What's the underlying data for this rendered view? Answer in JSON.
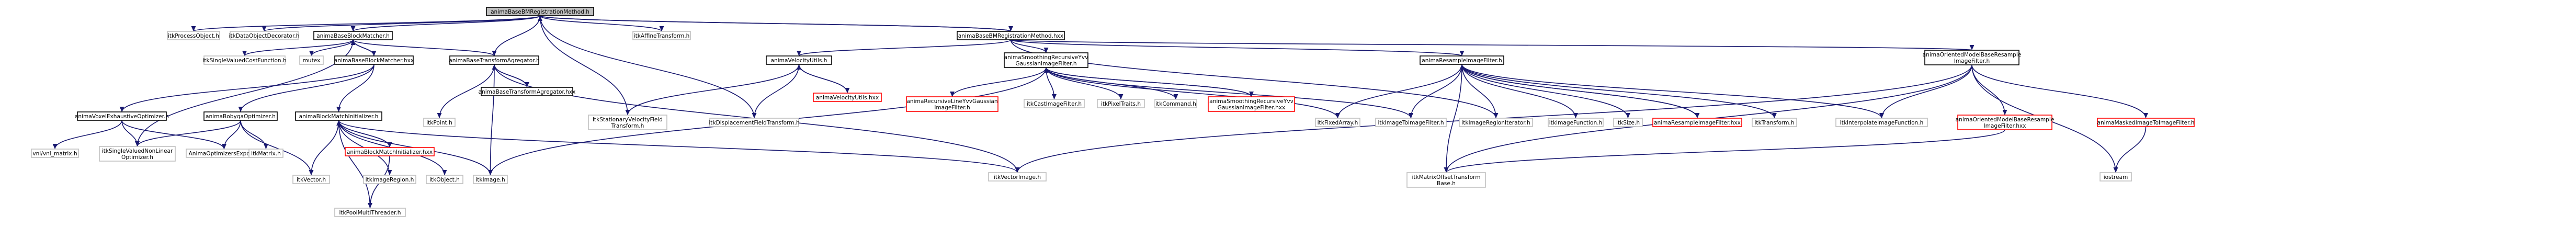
{
  "colors": {
    "edge": "#191970",
    "border_default": "#bfbfbf",
    "border_documented": "#000000",
    "border_undocumented": "#ff0000",
    "fill_root": "#bfbfbf",
    "fill_default": "#ffffff",
    "text": "#000000"
  },
  "nodes": [
    {
      "id": "root",
      "lines": [
        "animaBaseBMRegistrationMethod.h"
      ],
      "style": "root"
    },
    {
      "id": "itkProcessObject",
      "lines": [
        "itkProcessObject.h"
      ],
      "style": "plain"
    },
    {
      "id": "itkDataObjectDecorator",
      "lines": [
        "itkDataObjectDecorator.h"
      ],
      "style": "plain"
    },
    {
      "id": "animaBaseBlockMatcher_h",
      "lines": [
        "animaBaseBlockMatcher.h"
      ],
      "style": "documented"
    },
    {
      "id": "itkAffineTransform",
      "lines": [
        "itkAffineTransform.h"
      ],
      "style": "plain"
    },
    {
      "id": "animaBaseBMRegistrationMethod_hxx",
      "lines": [
        "animaBaseBMRegistrationMethod.hxx"
      ],
      "style": "documented"
    },
    {
      "id": "itkSingleValuedCostFunction",
      "lines": [
        "itkSingleValuedCostFunction.h"
      ],
      "style": "plain"
    },
    {
      "id": "mutex",
      "lines": [
        "mutex"
      ],
      "style": "plain"
    },
    {
      "id": "animaBaseBlockMatcher_hxx",
      "lines": [
        "animaBaseBlockMatcher.hxx"
      ],
      "style": "documented"
    },
    {
      "id": "animaBaseTransformAgregator_h",
      "lines": [
        "animaBaseTransformAgregator.h"
      ],
      "style": "documented"
    },
    {
      "id": "animaBaseTransformAgregator_hxx",
      "lines": [
        "animaBaseTransformAgregator.hxx"
      ],
      "style": "documented"
    },
    {
      "id": "animaVoxelExhaustiveOptimizer",
      "lines": [
        "animaVoxelExhaustiveOptimizer.h"
      ],
      "style": "documented"
    },
    {
      "id": "animaBobyqaOptimizer",
      "lines": [
        "animaBobyqaOptimizer.h"
      ],
      "style": "documented"
    },
    {
      "id": "animaBlockMatchInitializer_h",
      "lines": [
        "animaBlockMatchInitializer.h"
      ],
      "style": "documented"
    },
    {
      "id": "animaBlockMatchInitializer_hxx",
      "lines": [
        "animaBlockMatchInitializer.hxx"
      ],
      "style": "undocumented"
    },
    {
      "id": "vnl_vnl_matrix",
      "lines": [
        "vnl/vnl_matrix.h"
      ],
      "style": "plain"
    },
    {
      "id": "itkSingleValuedNonLinearOptimizer",
      "lines": [
        "itkSingleValuedNonLinear",
        "Optimizer.h"
      ],
      "style": "plain"
    },
    {
      "id": "AnimaOptimizersExport",
      "lines": [
        "AnimaOptimizersExport.h"
      ],
      "style": "plain"
    },
    {
      "id": "itkMatrix",
      "lines": [
        "itkMatrix.h"
      ],
      "style": "plain"
    },
    {
      "id": "itkVector",
      "lines": [
        "itkVector.h"
      ],
      "style": "plain"
    },
    {
      "id": "itkPoolMultiThreader",
      "lines": [
        "itkPoolMultiThreader.h"
      ],
      "style": "plain"
    },
    {
      "id": "itkImageRegion",
      "lines": [
        "itkImageRegion.h"
      ],
      "style": "plain"
    },
    {
      "id": "itkObject",
      "lines": [
        "itkObject.h"
      ],
      "style": "plain"
    },
    {
      "id": "itkImage",
      "lines": [
        "itkImage.h"
      ],
      "style": "plain"
    },
    {
      "id": "itkPoint",
      "lines": [
        "itkPoint.h"
      ],
      "style": "plain"
    },
    {
      "id": "itkStationaryVelocityFieldTransform",
      "lines": [
        "itkStationaryVelocityField",
        "Transform.h"
      ],
      "style": "plain"
    },
    {
      "id": "animaVelocityUtils_h",
      "lines": [
        "animaVelocityUtils.h"
      ],
      "style": "documented"
    },
    {
      "id": "animaVelocityUtils_hxx",
      "lines": [
        "animaVelocityUtils.hxx"
      ],
      "style": "undocumented"
    },
    {
      "id": "itkDisplacementFieldTransform",
      "lines": [
        "itkDisplacementFieldTransform.h"
      ],
      "style": "plain"
    },
    {
      "id": "animaSmoothingRecursiveYvv_h",
      "lines": [
        "animaSmoothingRecursiveYvv",
        "GaussianImageFilter.h"
      ],
      "style": "documented"
    },
    {
      "id": "animaRecursiveLineYvvGaussian",
      "lines": [
        "animaRecursiveLineYvvGaussian",
        "ImageFilter.h"
      ],
      "style": "undocumented"
    },
    {
      "id": "itkCastImageFilter",
      "lines": [
        "itkCastImageFilter.h"
      ],
      "style": "plain"
    },
    {
      "id": "itkPixelTraits",
      "lines": [
        "itkPixelTraits.h"
      ],
      "style": "plain"
    },
    {
      "id": "itkCommand",
      "lines": [
        "itkCommand.h"
      ],
      "style": "plain"
    },
    {
      "id": "animaSmoothingRecursiveYvv_hxx",
      "lines": [
        "animaSmoothingRecursiveYvv",
        "GaussianImageFilter.hxx"
      ],
      "style": "undocumented"
    },
    {
      "id": "itkFixedArray",
      "lines": [
        "itkFixedArray.h"
      ],
      "style": "plain"
    },
    {
      "id": "itkImageToImageFilter",
      "lines": [
        "itkImageToImageFilter.h"
      ],
      "style": "plain"
    },
    {
      "id": "animaResampleImageFilter_h",
      "lines": [
        "animaResampleImageFilter.h"
      ],
      "style": "documented"
    },
    {
      "id": "itkImageRegionIterator",
      "lines": [
        "itkImageRegionIterator.h"
      ],
      "style": "plain"
    },
    {
      "id": "itkImageFunction",
      "lines": [
        "itkImageFunction.h"
      ],
      "style": "plain"
    },
    {
      "id": "itkSize",
      "lines": [
        "itkSize.h"
      ],
      "style": "plain"
    },
    {
      "id": "animaResampleImageFilter_hxx",
      "lines": [
        "animaResampleImageFilter.hxx"
      ],
      "style": "undocumented"
    },
    {
      "id": "itkTransform",
      "lines": [
        "itkTransform.h"
      ],
      "style": "plain"
    },
    {
      "id": "itkVectorImage",
      "lines": [
        "itkVectorImage.h"
      ],
      "style": "plain"
    },
    {
      "id": "itkMatrixOffsetTransformBase",
      "lines": [
        "itkMatrixOffsetTransform",
        "Base.h"
      ],
      "style": "plain"
    },
    {
      "id": "itkInterpolateImageFunction",
      "lines": [
        "itkInterpolateImageFunction.h"
      ],
      "style": "plain"
    },
    {
      "id": "animaOrientedModelBaseResample_h",
      "lines": [
        "animaOrientedModelBaseResample",
        "ImageFilter.h"
      ],
      "style": "documented"
    },
    {
      "id": "animaOrientedModelBaseResample_hxx",
      "lines": [
        "animaOrientedModelBaseResample",
        "ImageFilter.hxx"
      ],
      "style": "undocumented"
    },
    {
      "id": "animaMaskedImageToImageFilter",
      "lines": [
        "animaMaskedImageToImageFilter.h"
      ],
      "style": "undocumented"
    },
    {
      "id": "iostream",
      "lines": [
        "iostream"
      ],
      "style": "plain"
    }
  ],
  "edges": [
    {
      "from": "root",
      "to": "itkProcessObject"
    },
    {
      "from": "root",
      "to": "itkDataObjectDecorator"
    },
    {
      "from": "root",
      "to": "animaBaseBlockMatcher_h"
    },
    {
      "from": "root",
      "to": "animaBaseTransformAgregator_h"
    },
    {
      "from": "root",
      "to": "itkAffineTransform"
    },
    {
      "from": "root",
      "to": "animaBaseBMRegistrationMethod_hxx"
    },
    {
      "from": "root",
      "to": "itkStationaryVelocityFieldTransform"
    },
    {
      "from": "root",
      "to": "itkDisplacementFieldTransform"
    },
    {
      "from": "animaBaseBMRegistrationMethod_hxx",
      "to": "root"
    },
    {
      "from": "animaBaseBMRegistrationMethod_hxx",
      "to": "animaVelocityUtils_h"
    },
    {
      "from": "animaBaseBMRegistrationMethod_hxx",
      "to": "animaSmoothingRecursiveYvv_h"
    },
    {
      "from": "animaBaseBMRegistrationMethod_hxx",
      "to": "animaResampleImageFilter_h"
    },
    {
      "from": "animaBaseBMRegistrationMethod_hxx",
      "to": "animaOrientedModelBaseResample_h"
    },
    {
      "from": "animaBaseBMRegistrationMethod_hxx",
      "to": "itkImageRegionIterator"
    },
    {
      "from": "animaBaseBlockMatcher_h",
      "to": "itkSingleValuedCostFunction"
    },
    {
      "from": "animaBaseBlockMatcher_h",
      "to": "mutex"
    },
    {
      "from": "animaBaseBlockMatcher_h",
      "to": "animaBaseBlockMatcher_hxx"
    },
    {
      "from": "animaBaseBlockMatcher_h",
      "to": "animaBaseTransformAgregator_h"
    },
    {
      "from": "animaBaseBlockMatcher_h",
      "to": "itkSingleValuedNonLinearOptimizer"
    },
    {
      "from": "animaBaseBlockMatcher_hxx",
      "to": "animaBaseBlockMatcher_h"
    },
    {
      "from": "animaBaseBlockMatcher_hxx",
      "to": "animaVoxelExhaustiveOptimizer"
    },
    {
      "from": "animaBaseBlockMatcher_hxx",
      "to": "animaBobyqaOptimizer"
    },
    {
      "from": "animaBaseBlockMatcher_hxx",
      "to": "animaBlockMatchInitializer_h"
    },
    {
      "from": "animaBaseTransformAgregator_h",
      "to": "itkPoint"
    },
    {
      "from": "animaBaseTransformAgregator_h",
      "to": "animaBaseTransformAgregator_hxx"
    },
    {
      "from": "animaBaseTransformAgregator_h",
      "to": "itkImage"
    },
    {
      "from": "animaBaseTransformAgregator_h",
      "to": "itkVectorImage"
    },
    {
      "from": "animaBaseTransformAgregator_hxx",
      "to": "animaBaseTransformAgregator_h"
    },
    {
      "from": "animaVoxelExhaustiveOptimizer",
      "to": "vnl_vnl_matrix"
    },
    {
      "from": "animaVoxelExhaustiveOptimizer",
      "to": "itkSingleValuedNonLinearOptimizer"
    },
    {
      "from": "animaVoxelExhaustiveOptimizer",
      "to": "AnimaOptimizersExport"
    },
    {
      "from": "animaBobyqaOptimizer",
      "to": "itkSingleValuedNonLinearOptimizer"
    },
    {
      "from": "animaBobyqaOptimizer",
      "to": "AnimaOptimizersExport"
    },
    {
      "from": "animaBobyqaOptimizer",
      "to": "itkMatrix"
    },
    {
      "from": "animaBobyqaOptimizer",
      "to": "itkVector"
    },
    {
      "from": "animaBlockMatchInitializer_h",
      "to": "animaBlockMatchInitializer_hxx"
    },
    {
      "from": "animaBlockMatchInitializer_h",
      "to": "itkVector"
    },
    {
      "from": "animaBlockMatchInitializer_h",
      "to": "itkPoolMultiThreader"
    },
    {
      "from": "animaBlockMatchInitializer_h",
      "to": "itkImageRegion"
    },
    {
      "from": "animaBlockMatchInitializer_h",
      "to": "itkObject"
    },
    {
      "from": "animaBlockMatchInitializer_h",
      "to": "itkImage"
    },
    {
      "from": "animaBlockMatchInitializer_h",
      "to": "itkVectorImage"
    },
    {
      "from": "animaBlockMatchInitializer_hxx",
      "to": "animaBlockMatchInitializer_h"
    },
    {
      "from": "animaBlockMatchInitializer_hxx",
      "to": "itkPoolMultiThreader"
    },
    {
      "from": "animaVelocityUtils_h",
      "to": "animaVelocityUtils_hxx"
    },
    {
      "from": "animaVelocityUtils_h",
      "to": "itkStationaryVelocityFieldTransform"
    },
    {
      "from": "animaVelocityUtils_h",
      "to": "itkDisplacementFieldTransform"
    },
    {
      "from": "animaVelocityUtils_hxx",
      "to": "animaVelocityUtils_h"
    },
    {
      "from": "animaSmoothingRecursiveYvv_h",
      "to": "animaRecursiveLineYvvGaussian"
    },
    {
      "from": "animaSmoothingRecursiveYvv_h",
      "to": "itkCastImageFilter"
    },
    {
      "from": "animaSmoothingRecursiveYvv_h",
      "to": "itkPixelTraits"
    },
    {
      "from": "animaSmoothingRecursiveYvv_h",
      "to": "itkCommand"
    },
    {
      "from": "animaSmoothingRecursiveYvv_h",
      "to": "animaSmoothingRecursiveYvv_hxx"
    },
    {
      "from": "animaSmoothingRecursiveYvv_h",
      "to": "itkFixedArray"
    },
    {
      "from": "animaSmoothingRecursiveYvv_h",
      "to": "itkImage"
    },
    {
      "from": "animaSmoothingRecursiveYvv_h",
      "to": "itkImageToImageFilter"
    },
    {
      "from": "animaSmoothingRecursiveYvv_hxx",
      "to": "animaSmoothingRecursiveYvv_h"
    },
    {
      "from": "animaResampleImageFilter_h",
      "to": "itkImageToImageFilter"
    },
    {
      "from": "animaResampleImageFilter_h",
      "to": "itkImageRegionIterator"
    },
    {
      "from": "animaResampleImageFilter_h",
      "to": "itkImageFunction"
    },
    {
      "from": "animaResampleImageFilter_h",
      "to": "itkSize"
    },
    {
      "from": "animaResampleImageFilter_h",
      "to": "animaResampleImageFilter_hxx"
    },
    {
      "from": "animaResampleImageFilter_h",
      "to": "itkTransform"
    },
    {
      "from": "animaResampleImageFilter_h",
      "to": "itkFixedArray"
    },
    {
      "from": "animaResampleImageFilter_h",
      "to": "itkInterpolateImageFunction"
    },
    {
      "from": "animaResampleImageFilter_h",
      "to": "itkMatrixOffsetTransformBase"
    },
    {
      "from": "animaResampleImageFilter_hxx",
      "to": "animaResampleImageFilter_h"
    },
    {
      "from": "animaOrientedModelBaseResample_h",
      "to": "itkInterpolateImageFunction"
    },
    {
      "from": "animaOrientedModelBaseResample_h",
      "to": "animaOrientedModelBaseResample_hxx"
    },
    {
      "from": "animaOrientedModelBaseResample_h",
      "to": "animaMaskedImageToImageFilter"
    },
    {
      "from": "animaOrientedModelBaseResample_h",
      "to": "iostream"
    },
    {
      "from": "animaOrientedModelBaseResample_h",
      "to": "itkMatrixOffsetTransformBase"
    },
    {
      "from": "animaOrientedModelBaseResample_h",
      "to": "itkVectorImage"
    },
    {
      "from": "animaOrientedModelBaseResample_hxx",
      "to": "itkMatrixOffsetTransformBase"
    },
    {
      "from": "animaMaskedImageToImageFilter",
      "to": "iostream"
    }
  ]
}
